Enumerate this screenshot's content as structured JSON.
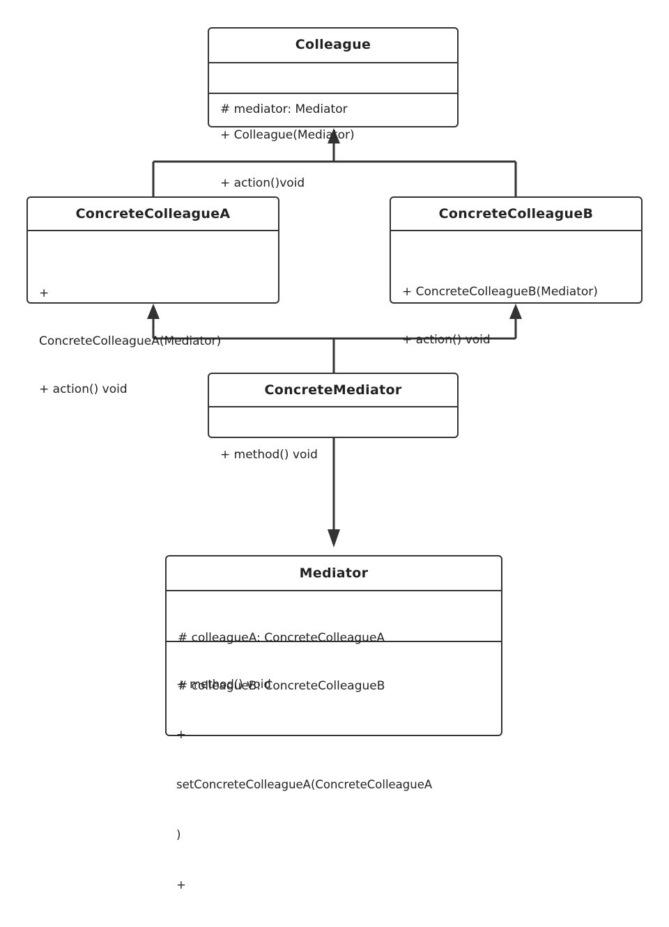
{
  "classes": {
    "colleague": {
      "name": "Colleague",
      "attributes": [
        "# mediator: Mediator"
      ],
      "methods": [
        "+ Colleague(Mediator)",
        "+ action()void"
      ]
    },
    "concrete_a": {
      "name": "ConcreteColleagueA",
      "attributes": [],
      "methods": [
        "+",
        "ConcreteColleagueA(Mediator)",
        "+ action() void"
      ]
    },
    "concrete_b": {
      "name": "ConcreteColleagueB",
      "attributes": [],
      "methods": [
        "+ ConcreteColleagueB(Mediator)",
        "+ action() void"
      ]
    },
    "concrete_mediator": {
      "name": "ConcreteMediator",
      "attributes": [],
      "methods": [
        "+ method() void"
      ]
    },
    "mediator": {
      "name": "Mediator",
      "attributes": [
        "# colleagueA: ConcreteColleagueA",
        "# colleagueB: ConcreteColleagueB"
      ],
      "methods": [
        "+ method() void",
        "+",
        "setConcreteColleagueA(ConcreteColleagueA",
        ")",
        "+"
      ]
    }
  },
  "relations": [
    {
      "from": "concrete_a",
      "to": "colleague",
      "type": "inheritance"
    },
    {
      "from": "concrete_b",
      "to": "colleague",
      "type": "inheritance"
    },
    {
      "from": "concrete_mediator",
      "to": "concrete_a",
      "type": "association"
    },
    {
      "from": "concrete_mediator",
      "to": "concrete_b",
      "type": "association"
    },
    {
      "from": "concrete_mediator",
      "to": "mediator",
      "type": "association"
    }
  ],
  "colors": {
    "stroke": "#333333",
    "background": "#ffffff",
    "text": "#222222"
  }
}
